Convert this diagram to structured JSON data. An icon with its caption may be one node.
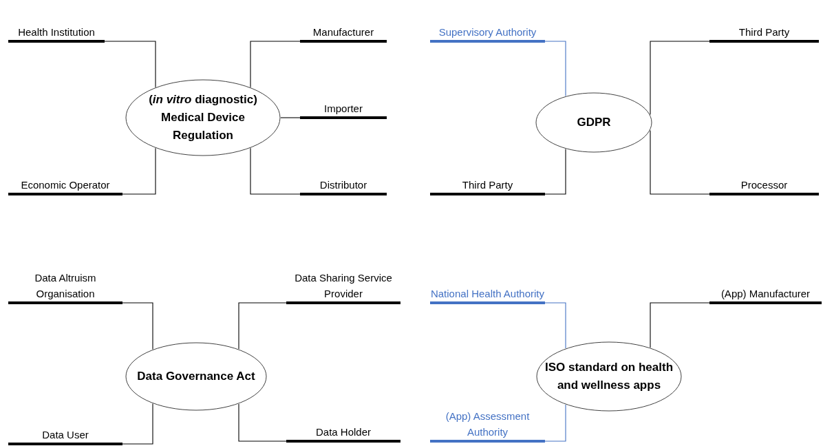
{
  "diagram": {
    "nodes": [
      {
        "text": [
          "(*in vitro* diagnostic) Medical Device Regulation"
        ]
      },
      {
        "text": [
          "Health Institution"
        ]
      },
      {
        "text": [
          "Economic Operator"
        ]
      },
      {
        "text": [
          "Manufacturer"
        ]
      },
      {
        "text": [
          "Importer"
        ]
      },
      {
        "text": [
          "Distributor"
        ]
      },
      {
        "text": [
          "GDPR"
        ]
      },
      {
        "text": [
          "Supervisory Authority"
        ]
      },
      {
        "text": [
          "Third Party"
        ]
      },
      {
        "text": [
          "Third Party"
        ]
      },
      {
        "text": [
          "Processor"
        ]
      },
      {
        "text": [
          "Data Governance Act"
        ]
      },
      {
        "text": [
          "Data Altruism Organisation"
        ]
      },
      {
        "text": [
          "Data Sharing Service Provider"
        ]
      },
      {
        "text": [
          "Data User"
        ]
      },
      {
        "text": [
          "Data Holder"
        ]
      },
      {
        "text": [
          "ISO standard on health and wellness apps"
        ]
      },
      {
        "text": [
          "National Health Authority"
        ]
      },
      {
        "text": [
          "(App) Manufacturer"
        ]
      },
      {
        "text": [
          "(App) Assessment Authority"
        ]
      }
    ],
    "edges": [
      {
        "from": 0,
        "to": 1,
        "arrow": "none"
      },
      {
        "from": 0,
        "to": 2,
        "arrow": "none"
      },
      {
        "from": 0,
        "to": 3,
        "arrow": "none"
      },
      {
        "from": 0,
        "to": 4,
        "arrow": "none"
      },
      {
        "from": 0,
        "to": 5,
        "arrow": "none"
      },
      {
        "from": 6,
        "to": 7,
        "arrow": "none",
        "color": "#4472c4"
      },
      {
        "from": 6,
        "to": 8,
        "arrow": "none"
      },
      {
        "from": 6,
        "to": 9,
        "arrow": "none"
      },
      {
        "from": 6,
        "to": 10,
        "arrow": "none"
      },
      {
        "from": 11,
        "to": 12,
        "arrow": "none"
      },
      {
        "from": 11,
        "to": 13,
        "arrow": "none"
      },
      {
        "from": 11,
        "to": 14,
        "arrow": "none"
      },
      {
        "from": 11,
        "to": 15,
        "arrow": "none"
      },
      {
        "from": 16,
        "to": 17,
        "arrow": "none",
        "color": "#4472c4"
      },
      {
        "from": 16,
        "to": 18,
        "arrow": "none"
      },
      {
        "from": 16,
        "to": 19,
        "arrow": "none",
        "color": "#4472c4"
      }
    ]
  }
}
